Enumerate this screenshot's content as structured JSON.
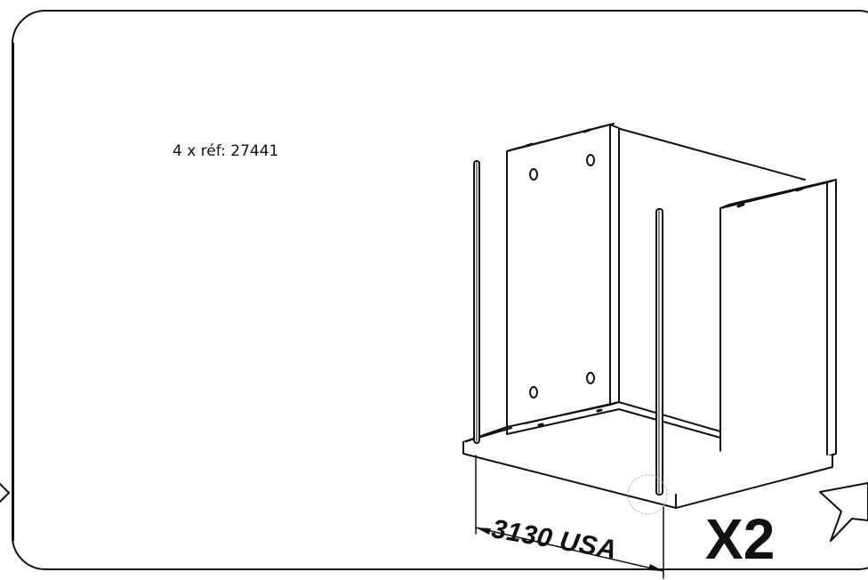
{
  "instruction": {
    "reference_label": "4 x réf: 27441",
    "dimension_label": "3130 USA",
    "quantity_label": "X2"
  },
  "icons": {
    "next_arrow": "arrow-right-icon",
    "prev_arrow": "arrow-left-icon"
  },
  "colors": {
    "line": "#111111",
    "background": "#ffffff"
  }
}
